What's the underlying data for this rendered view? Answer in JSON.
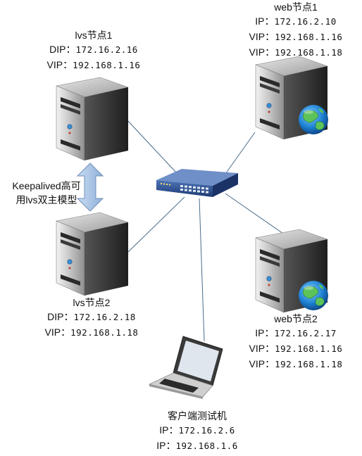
{
  "nodes": {
    "lvs1": {
      "title": "lvs节点1",
      "rows": [
        {
          "key": "DIP：",
          "val": "172.16.2.16"
        },
        {
          "key": "VIP：",
          "val": "192.168.1.16"
        }
      ]
    },
    "lvs2": {
      "title": "lvs节点2",
      "rows": [
        {
          "key": "DIP：",
          "val": "172.16.2.18"
        },
        {
          "key": "VIP：",
          "val": "192.168.1.18"
        }
      ]
    },
    "web1": {
      "title": "web节点1",
      "rows": [
        {
          "key": "IP：",
          "val": "172.16.2.10"
        },
        {
          "key": "VIP：",
          "val": "192.168.1.16"
        },
        {
          "key": "VIP：",
          "val": "192.168.1.18"
        }
      ]
    },
    "web2": {
      "title": "web节点2",
      "rows": [
        {
          "key": "IP：",
          "val": "172.16.2.17"
        },
        {
          "key": "VIP：",
          "val": "192.168.1.16"
        },
        {
          "key": "VIP：",
          "val": "192.168.1.18"
        }
      ]
    },
    "client": {
      "title": "客户端测试机",
      "rows": [
        {
          "key": "IP：",
          "val": "172.16.2.6"
        },
        {
          "key": "IP：",
          "val": "192.168.1.6"
        }
      ]
    }
  },
  "ha_label": {
    "line1": "Keepalived高可",
    "line2": "用lvs双主模型"
  },
  "colors": {
    "link_line": "#4a6b8a",
    "switch": "#2b4d8c",
    "arrow_fill": "#a9c4e4",
    "arrow_stroke": "#6f8fb8",
    "server_body": "#3a3a3a"
  },
  "icons": {
    "server": "server-tower-icon",
    "globe": "globe-icon",
    "switch": "network-switch-icon",
    "laptop": "laptop-icon"
  }
}
